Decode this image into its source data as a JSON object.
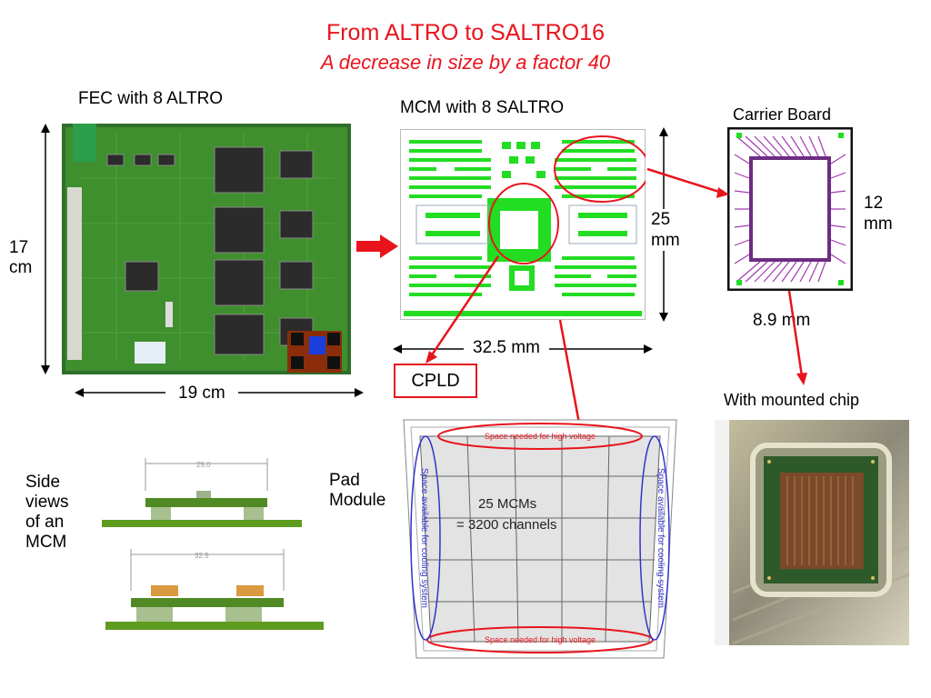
{
  "title": "From ALTRO to SALTRO16",
  "subtitle": "A decrease in size by a factor 40",
  "fec": {
    "label": "FEC with 8 ALTRO",
    "height_label_num": "17",
    "height_label_unit": "cm",
    "width_label": "19 cm"
  },
  "mcm": {
    "label": "MCM with 8 SALTRO",
    "height_label_num": "25",
    "height_label_unit": "mm",
    "width_label": "32.5 mm",
    "cpld_label": "CPLD"
  },
  "carrier": {
    "label": "Carrier Board",
    "height_label_num": "12",
    "height_label_unit": "mm",
    "width_label": "8.9 mm"
  },
  "chip": {
    "label": "With mounted chip"
  },
  "side_views": {
    "label_lines": [
      "Side",
      "views",
      "of an",
      "MCM"
    ],
    "dim_top": "25.0",
    "dim_bottom": "32.5"
  },
  "pad_module": {
    "label_lines": [
      "Pad",
      "Module"
    ],
    "mcm_count_text": "25 MCMs",
    "channels_text": "= 3200 channels",
    "hv_text": "Space needed for high voltage",
    "cooling_text": "Space available for cooling system"
  },
  "colors": {
    "title": "#e8141c",
    "arrow": "#e8141c",
    "pcb_green": "#3f8f2e",
    "pad_green": "#22dd22",
    "module_ring": "#3333cc"
  }
}
